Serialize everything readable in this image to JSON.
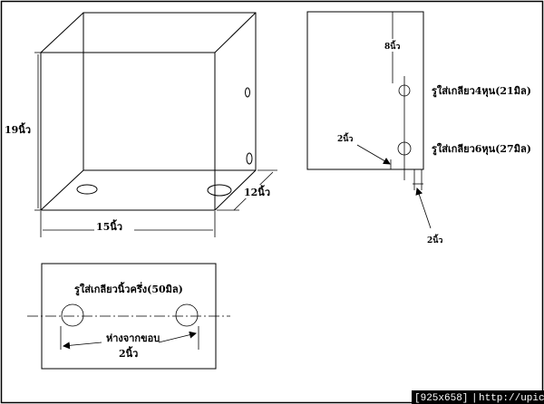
{
  "box_3d": {
    "height_label": "19นิ้ว",
    "width_label": "15นิ้ว",
    "depth_label": "12นิ้ว"
  },
  "side_panel": {
    "top_offset_label": "8นิ้ว",
    "hole_small_label": "รูใส่เกลียว4หุน(21มิล)",
    "hole_large_label": "รูใส่เกลียว6หุน(27มิล)",
    "left_offset_label": "2นิ้ว",
    "bottom_offset_label": "2นิ้ว"
  },
  "bottom_panel": {
    "hole_label": "รูใส่เกลียวนิ้วครึ่ง(50มิล)",
    "edge_text": "ห่างจากขอบ",
    "edge_distance": "2นิ้ว"
  },
  "watermark": {
    "size": "[925x658]",
    "url": "http://upic.me/"
  }
}
